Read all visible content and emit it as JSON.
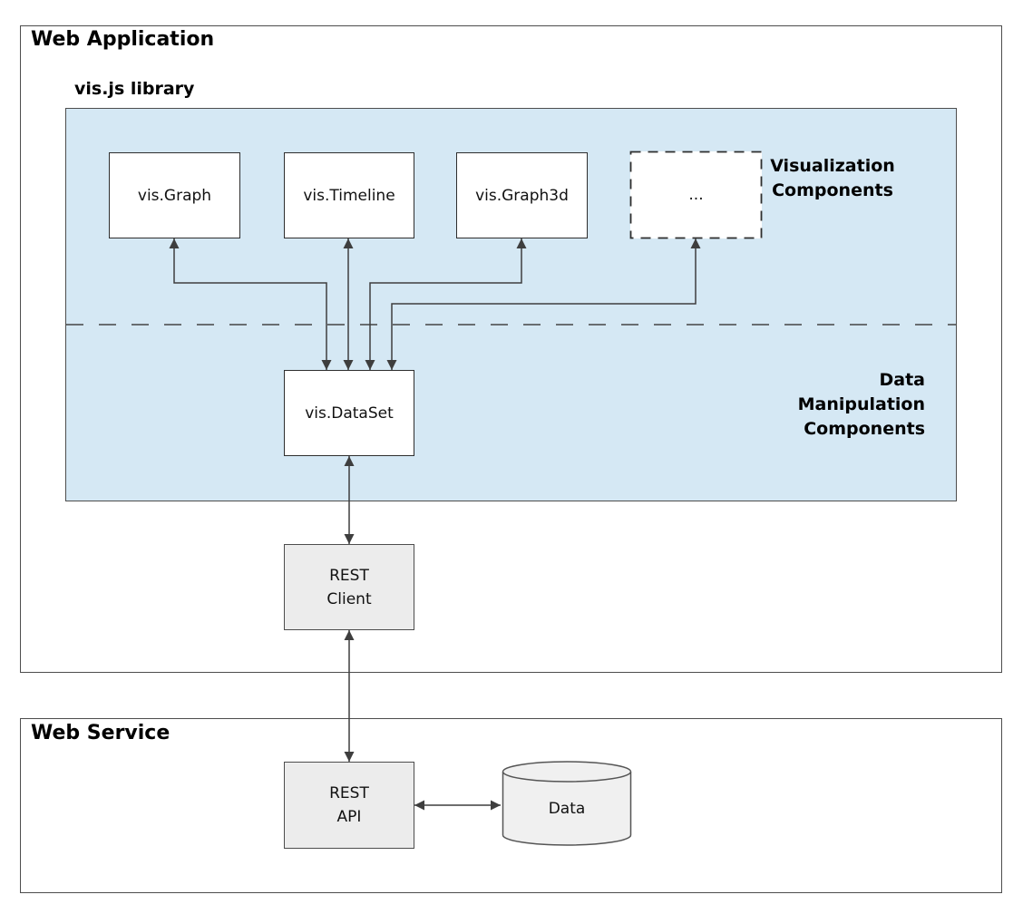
{
  "colors": {
    "library_fill": "#d5e8f4",
    "node_fill": "#ffffff",
    "gray_node_fill": "#ececec",
    "border": "#4d4d4d",
    "arrow": "#3e3e3e",
    "text": "#000000"
  },
  "web_application": {
    "title": "Web Application",
    "library_label": "vis.js library",
    "visualization_label": "Visualization\nComponents",
    "data_manipulation_label": "Data\nManipulation\nComponents"
  },
  "components": {
    "graph": "vis.Graph",
    "timeline": "vis.Timeline",
    "graph3d": "vis.Graph3d",
    "more": "...",
    "dataset": "vis.DataSet",
    "rest_client": "REST\nClient"
  },
  "web_service": {
    "title": "Web Service",
    "rest_api": "REST\nAPI",
    "data_store": "Data"
  }
}
